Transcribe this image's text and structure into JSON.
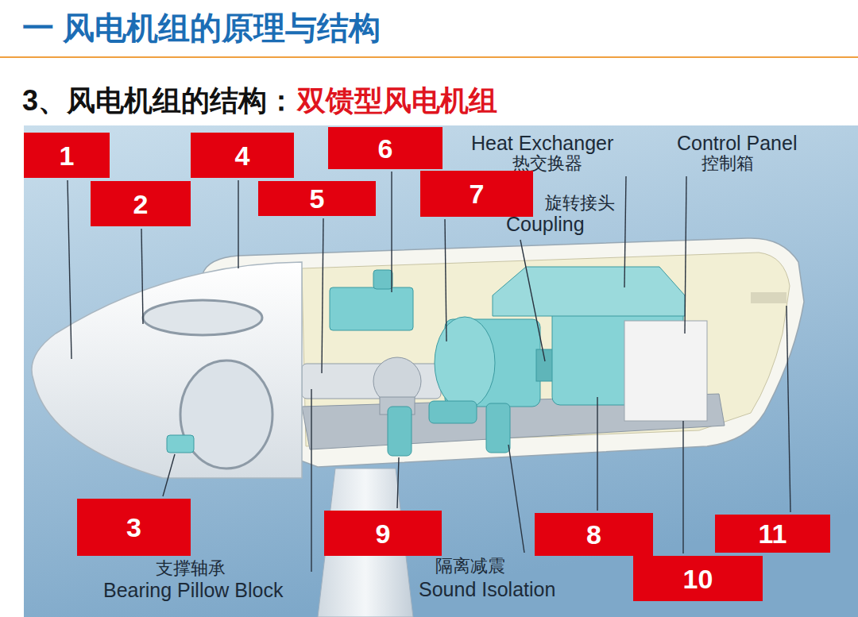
{
  "diagram": {
    "title": "一 风电机组的原理与结构",
    "nodes": [
      {
        "text": [
          "1"
        ]
      },
      {
        "text": [
          "4"
        ]
      },
      {
        "text": [
          "6"
        ]
      },
      {
        "text": [
          "2"
        ]
      },
      {
        "text": [
          "5"
        ]
      },
      {
        "text": [
          "7"
        ]
      },
      {
        "text": [
          "3"
        ]
      },
      {
        "text": [
          "9"
        ]
      },
      {
        "text": [
          "8"
        ]
      },
      {
        "text": [
          "11"
        ]
      },
      {
        "text": [
          "10"
        ]
      }
    ],
    "labels": [
      "3、风电机组的结构：",
      "双馈型风电机组",
      "Heat Exchanger",
      "热交换器",
      "Control Panel",
      "控制箱",
      "旋转接头",
      "Coupling",
      "支撑轴承",
      "Bearing Pillow Block",
      "隔离减震",
      "Sound Isolation"
    ]
  }
}
